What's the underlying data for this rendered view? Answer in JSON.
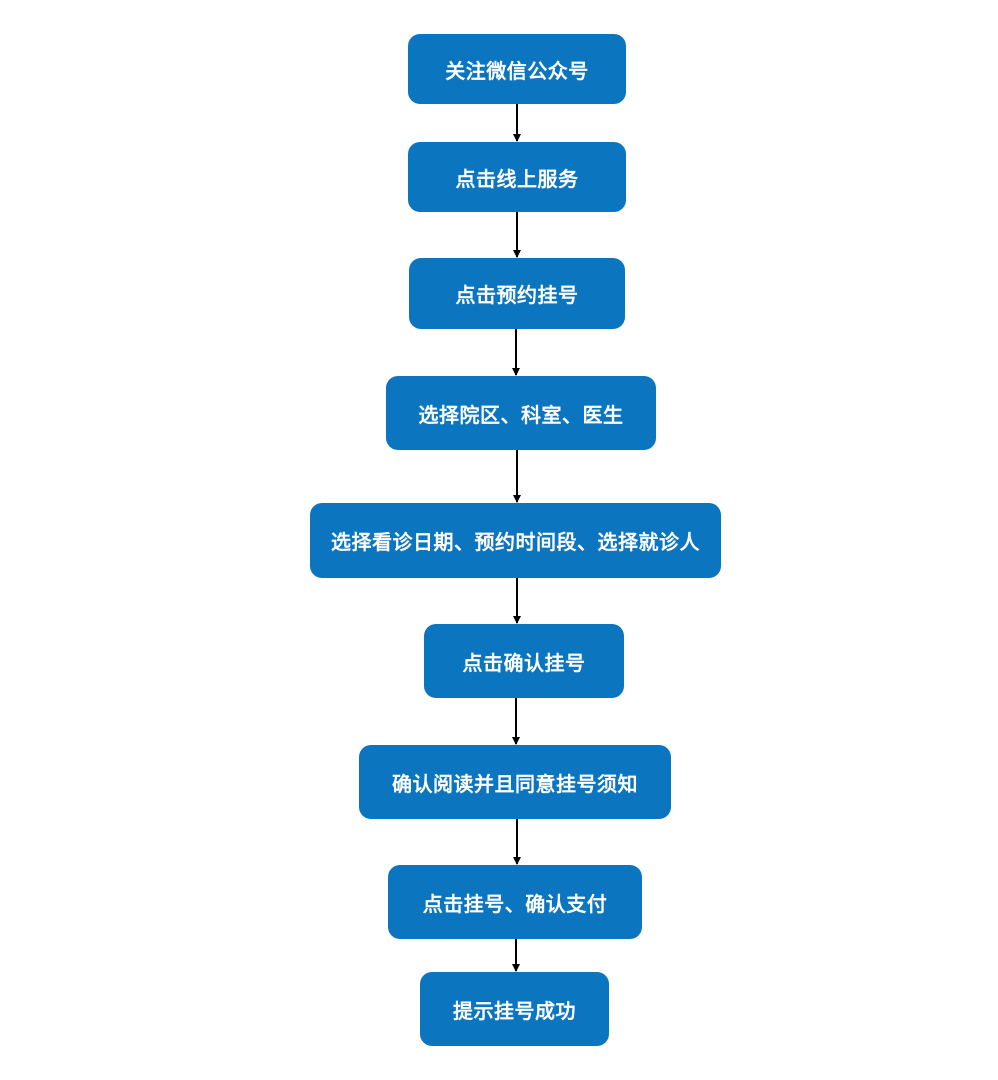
{
  "diagram": {
    "type": "flowchart",
    "colors": {
      "node_fill": "#0c75c0",
      "node_text": "#ffffff",
      "connector": "#000000",
      "background": "#ffffff"
    },
    "nodes": [
      {
        "label": "关注微信公众号"
      },
      {
        "label": "点击线上服务"
      },
      {
        "label": "点击预约挂号"
      },
      {
        "label": "选择院区、科室、医生"
      },
      {
        "label": "选择看诊日期、预约时间段、选择就诊人"
      },
      {
        "label": "点击确认挂号"
      },
      {
        "label": "确认阅读并且同意挂号须知"
      },
      {
        "label": "点击挂号、确认支付"
      },
      {
        "label": "提示挂号成功"
      }
    ]
  }
}
